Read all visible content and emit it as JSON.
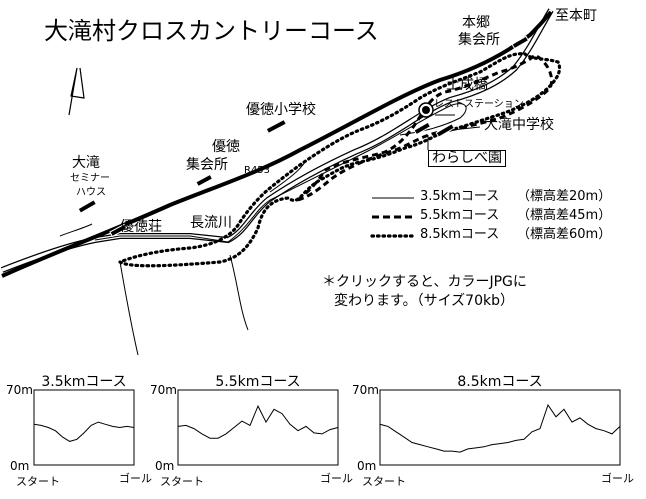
{
  "map": {
    "title": "大滝村クロスカントリーコース",
    "places": {
      "hongo": "本郷",
      "hongo_hall": "集会所",
      "to_honmachi": "至本町",
      "doseibashi": "土成橋",
      "rest_station": "レストステーション",
      "yutoku_elem": "優徳小学校",
      "yutoku": "優徳",
      "yutoku_hall": "集会所",
      "route": "R453",
      "otaki": "大滝",
      "seminar": "セミナー",
      "house": "ハウス",
      "yutokuso": "優徳荘",
      "nagaregawa": "長流川",
      "otaki_jhs": "大滝中学校",
      "warashibe": "わらしべ園"
    },
    "legend": [
      {
        "style": "thin-solid",
        "course": "3.5kmコース",
        "note": "（標高差20m）"
      },
      {
        "style": "thick-dashed",
        "course": "5.5kmコース",
        "note": "（標高差45m）"
      },
      {
        "style": "dotted",
        "course": "8.5kmコース",
        "note": "（標高差60m）"
      }
    ],
    "note_line1": "＊クリックすると、カラーJPGに",
    "note_line2": "変わります。（サイズ70kb）"
  },
  "profiles": [
    {
      "title": "3.5kmコース",
      "ymax_label": "70m",
      "ymin_label": "0m",
      "start": "スタート",
      "goal": "ゴール",
      "elev": [
        38,
        37,
        35,
        32,
        26,
        22,
        24,
        30,
        37,
        40,
        38,
        36,
        35,
        36,
        35
      ]
    },
    {
      "title": "5.5kmコース",
      "ymax_label": "70m",
      "ymin_label": "0m",
      "start": "スタート",
      "goal": "ゴール",
      "elev": [
        36,
        37,
        34,
        29,
        25,
        25,
        29,
        35,
        41,
        37,
        55,
        40,
        52,
        48,
        38,
        32,
        36,
        30,
        29,
        33,
        35
      ]
    },
    {
      "title": "8.5kmコース",
      "ymax_label": "70m",
      "ymin_label": "0m",
      "start": "スタート",
      "goal": "ゴール",
      "elev": [
        38,
        36,
        31,
        26,
        21,
        19,
        17,
        15,
        13,
        13,
        12,
        15,
        16,
        17,
        19,
        20,
        21,
        23,
        24,
        31,
        34,
        56,
        45,
        52,
        40,
        44,
        38,
        34,
        32,
        29,
        36
      ]
    }
  ]
}
